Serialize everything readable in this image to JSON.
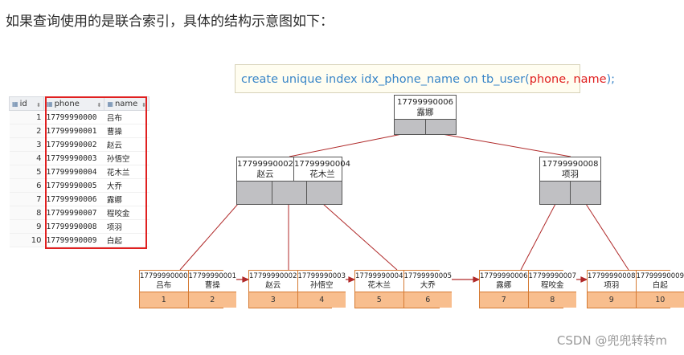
{
  "title": "如果查询使用的是联合索引，具体的结构示意图如下：",
  "table": {
    "columns": [
      "id",
      "phone",
      "name"
    ],
    "rows": [
      {
        "id": "1",
        "phone": "17799990000",
        "name": "吕布"
      },
      {
        "id": "2",
        "phone": "17799990001",
        "name": "曹操"
      },
      {
        "id": "3",
        "phone": "17799990002",
        "name": "赵云"
      },
      {
        "id": "4",
        "phone": "17799990003",
        "name": "孙悟空"
      },
      {
        "id": "5",
        "phone": "17799990004",
        "name": "花木兰"
      },
      {
        "id": "6",
        "phone": "17799990005",
        "name": "大乔"
      },
      {
        "id": "7",
        "phone": "17799990006",
        "name": "露娜"
      },
      {
        "id": "8",
        "phone": "17799990007",
        "name": "程咬金"
      },
      {
        "id": "9",
        "phone": "17799990008",
        "name": "项羽"
      },
      {
        "id": "10",
        "phone": "17799990009",
        "name": "白起"
      }
    ]
  },
  "sql": {
    "prefix": "create unique index idx_phone_name on tb_user(",
    "hl1": "phone",
    "sep": ", ",
    "hl2": "name",
    "suffix": ");"
  },
  "tree": {
    "root": {
      "keys": [
        {
          "phone": "17799990006",
          "name": "露娜"
        }
      ]
    },
    "internal": [
      {
        "keys": [
          {
            "phone": "17799990002",
            "name": "赵云"
          },
          {
            "phone": "17799990004",
            "name": "花木兰"
          }
        ]
      },
      {
        "keys": [
          {
            "phone": "17799990008",
            "name": "项羽"
          }
        ]
      }
    ],
    "leaves": [
      {
        "keys": [
          {
            "phone": "17799990000",
            "name": "吕布",
            "id": "1"
          },
          {
            "phone": "17799990001",
            "name": "曹操",
            "id": "2"
          }
        ]
      },
      {
        "keys": [
          {
            "phone": "17799990002",
            "name": "赵云",
            "id": "3"
          },
          {
            "phone": "17799990003",
            "name": "孙悟空",
            "id": "4"
          }
        ]
      },
      {
        "keys": [
          {
            "phone": "17799990004",
            "name": "花木兰",
            "id": "5"
          },
          {
            "phone": "17799990005",
            "name": "大乔",
            "id": "6"
          }
        ]
      },
      {
        "keys": [
          {
            "phone": "17799990006",
            "name": "露娜",
            "id": "7"
          },
          {
            "phone": "17799990007",
            "name": "程咬金",
            "id": "8"
          }
        ]
      },
      {
        "keys": [
          {
            "phone": "17799990008",
            "name": "项羽",
            "id": "9"
          },
          {
            "phone": "17799990009",
            "name": "白起",
            "id": "10"
          }
        ]
      }
    ]
  },
  "watermark": "CSDN @兜兜转转m",
  "colors": {
    "sql_text": "#3a86c8",
    "sql_highlight": "#e02020",
    "table_highlight_border": "#e02020",
    "pointer_fill": "#c0c0c3",
    "leaf_value_fill": "#f8be8e",
    "leaf_border": "#d57a33",
    "tree_line": "#b02a2a"
  },
  "icons": {
    "column_header": "table-column-icon",
    "sort": "sort-arrows-icon"
  }
}
